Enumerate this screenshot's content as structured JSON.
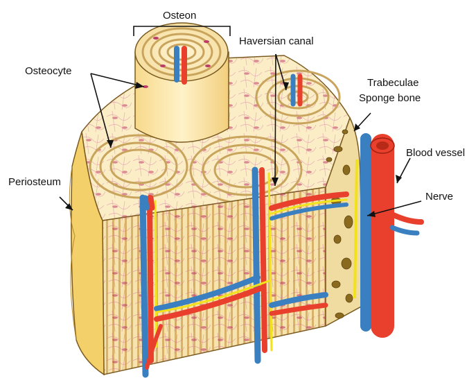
{
  "labels": {
    "osteon": "Osteon",
    "haversian_canal": "Haversian canal",
    "osteocyte": "Osteocyte",
    "trabeculae": "Trabeculae",
    "sponge_bone": "Sponge bone",
    "blood_vessel": "Blood vessel",
    "periosteum": "Periosteum",
    "nerve": "Nerve"
  },
  "colors": {
    "bone_light": "#fbeec6",
    "bone_mid": "#f3d9a0",
    "lamella_line": "#c9a45c",
    "cell_body": "#c0396b",
    "canaliculi": "#d46a9a",
    "artery": "#e8402c",
    "vein": "#3a7fc0",
    "nerve": "#f2e21a",
    "spongy_cavity": "#8a6a1e",
    "outline": "#7a5a20"
  }
}
